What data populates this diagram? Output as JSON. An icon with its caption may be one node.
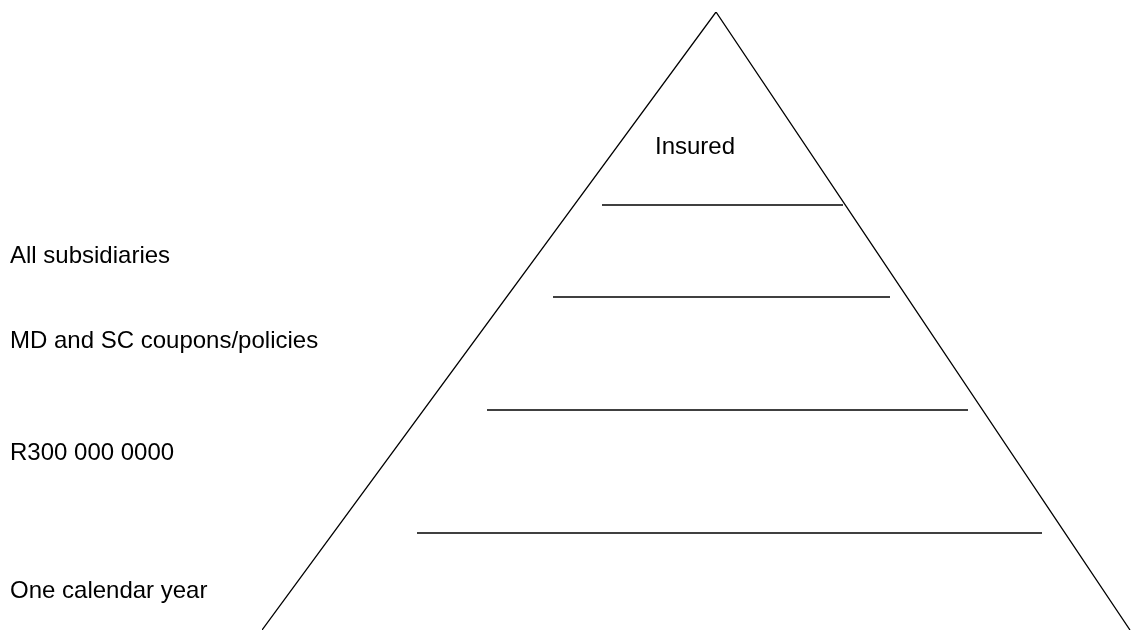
{
  "diagram": {
    "nodes": [
      {
        "text": [
          "Insured"
        ]
      }
    ],
    "labels": [
      "All subsidiaries",
      "MD and SC coupons/policies",
      "R300 000 0000",
      "One calendar year"
    ]
  }
}
